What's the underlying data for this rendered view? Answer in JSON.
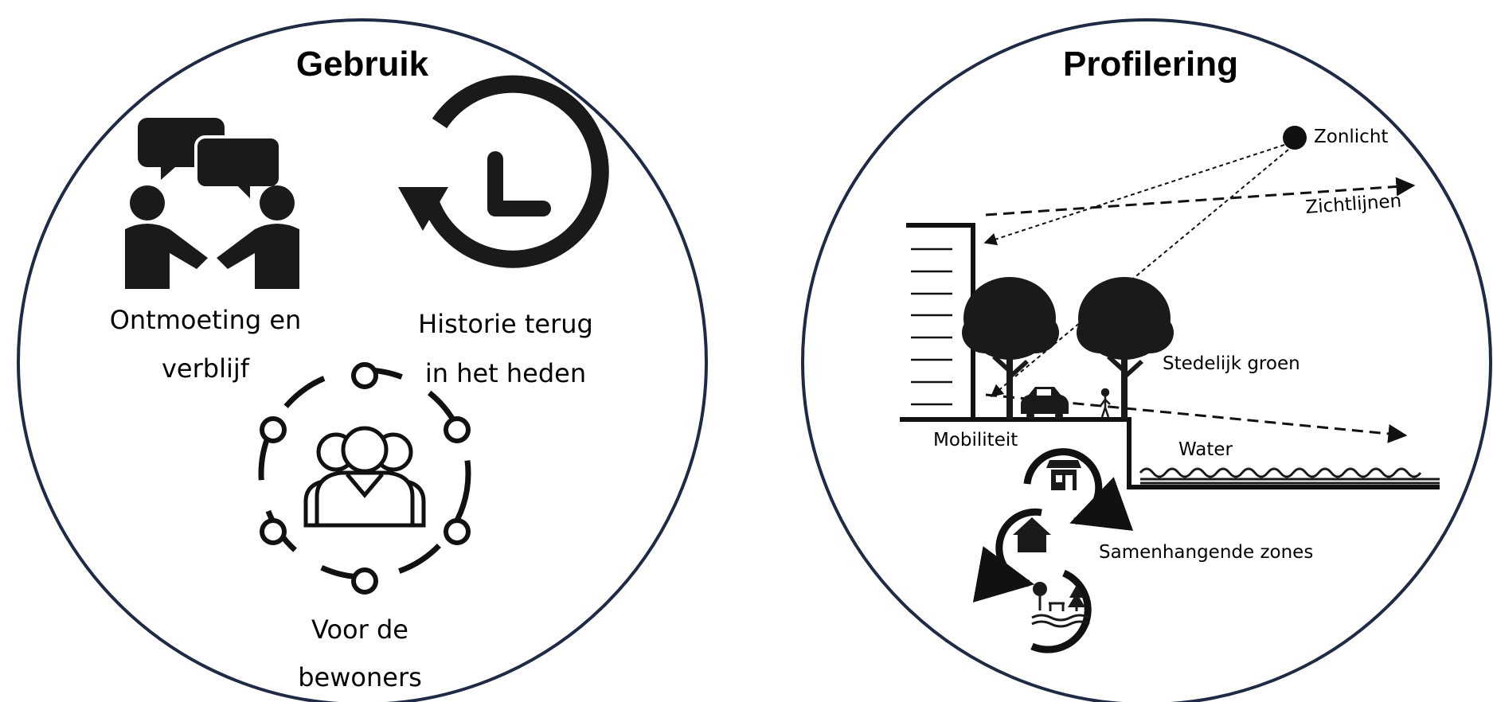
{
  "left_panel": {
    "title": "Gebruik",
    "items": [
      {
        "line1": "Ontmoeting en",
        "line2": "verblijf",
        "icon": "meeting-icon"
      },
      {
        "line1": "Historie terug",
        "line2": "in het heden",
        "icon": "history-clock-icon"
      },
      {
        "line1": "Voor de",
        "line2": "bewoners",
        "icon": "community-icon"
      }
    ]
  },
  "right_panel": {
    "title": "Profilering",
    "labels": {
      "sunlight": "Zonlicht",
      "sightlines": "Zichtlijnen",
      "urban_green": "Stedelijk groen",
      "mobility": "Mobiliteit",
      "water": "Water",
      "coherent_zones": "Samenhangende zones"
    }
  },
  "colors": {
    "circle_border": "#1f2a44",
    "ink": "#111111"
  }
}
